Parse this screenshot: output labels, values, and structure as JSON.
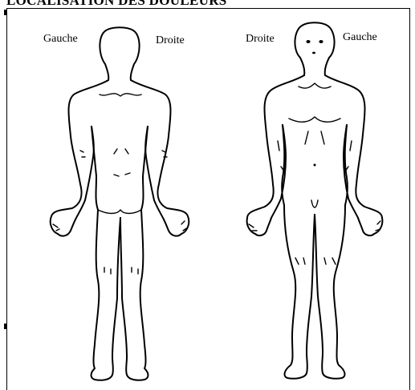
{
  "document": {
    "title": "LOCALISATION DES DOULEURS"
  },
  "figures": {
    "back": {
      "left_label": "Gauche",
      "right_label": "Droite"
    },
    "front": {
      "left_label": "Droite",
      "right_label": "Gauche"
    }
  }
}
